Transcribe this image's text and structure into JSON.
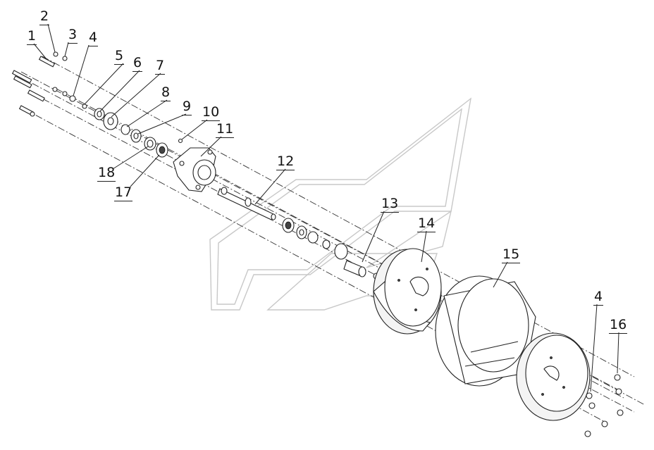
{
  "diagram": {
    "callouts": [
      {
        "id": "1",
        "label": "1"
      },
      {
        "id": "2",
        "label": "2"
      },
      {
        "id": "3",
        "label": "3"
      },
      {
        "id": "4a",
        "label": "4"
      },
      {
        "id": "5",
        "label": "5"
      },
      {
        "id": "6",
        "label": "6"
      },
      {
        "id": "7",
        "label": "7"
      },
      {
        "id": "8",
        "label": "8"
      },
      {
        "id": "9",
        "label": "9"
      },
      {
        "id": "10",
        "label": "10"
      },
      {
        "id": "11",
        "label": "11"
      },
      {
        "id": "12",
        "label": "12"
      },
      {
        "id": "13",
        "label": "13"
      },
      {
        "id": "14",
        "label": "14"
      },
      {
        "id": "15",
        "label": "15"
      },
      {
        "id": "4b",
        "label": "4"
      },
      {
        "id": "16",
        "label": "16"
      },
      {
        "id": "17",
        "label": "17"
      },
      {
        "id": "18",
        "label": "18"
      }
    ],
    "colors": {
      "line": "#222222",
      "watermark": "#c8c8c8",
      "background": "#ffffff"
    }
  }
}
